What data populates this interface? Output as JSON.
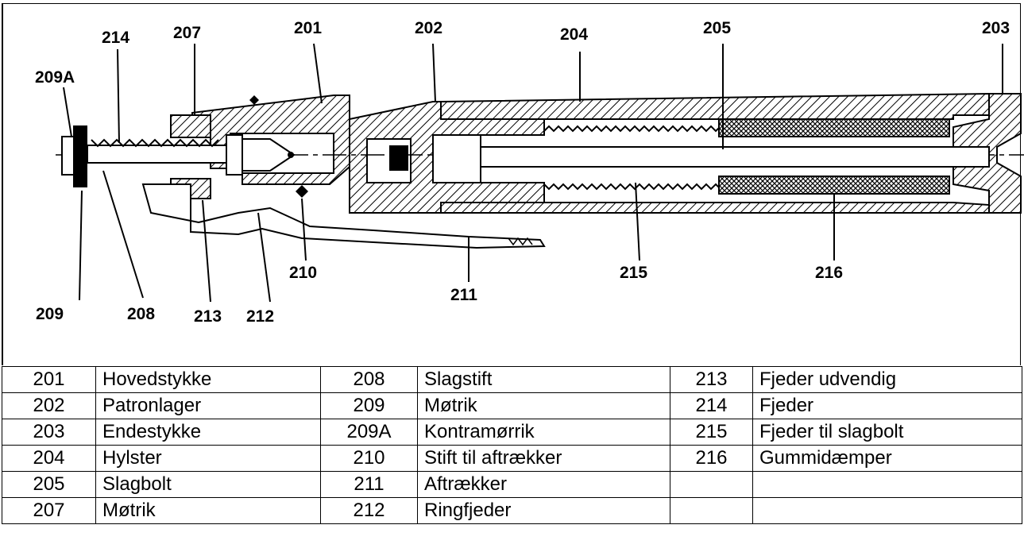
{
  "diagram": {
    "callouts": [
      {
        "id": "214",
        "label": "214"
      },
      {
        "id": "207",
        "label": "207"
      },
      {
        "id": "201",
        "label": "201"
      },
      {
        "id": "202",
        "label": "202"
      },
      {
        "id": "204",
        "label": "204"
      },
      {
        "id": "205",
        "label": "205"
      },
      {
        "id": "203",
        "label": "203"
      },
      {
        "id": "209A",
        "label": "209A"
      },
      {
        "id": "210",
        "label": "210"
      },
      {
        "id": "215",
        "label": "215"
      },
      {
        "id": "216",
        "label": "216"
      },
      {
        "id": "211",
        "label": "211"
      },
      {
        "id": "209",
        "label": "209"
      },
      {
        "id": "208",
        "label": "208"
      },
      {
        "id": "213",
        "label": "213"
      },
      {
        "id": "212",
        "label": "212"
      }
    ]
  },
  "parts_table": {
    "rows": [
      [
        "201",
        "Hovedstykke",
        "208",
        "Slagstift",
        "213",
        "Fjeder udvendig"
      ],
      [
        "202",
        "Patronlager",
        "209",
        "Møtrik",
        "214",
        "Fjeder"
      ],
      [
        "203",
        "Endestykke",
        "209A",
        "Kontramørrik",
        "215",
        "Fjeder til slagbolt"
      ],
      [
        "204",
        "Hylster",
        "210",
        "Stift til aftrækker",
        "216",
        "Gummidæmper"
      ],
      [
        "205",
        "Slagbolt",
        "211",
        "Aftrækker",
        "",
        ""
      ],
      [
        "207",
        "Møtrik",
        "212",
        "Ringfjeder",
        "",
        ""
      ]
    ]
  }
}
